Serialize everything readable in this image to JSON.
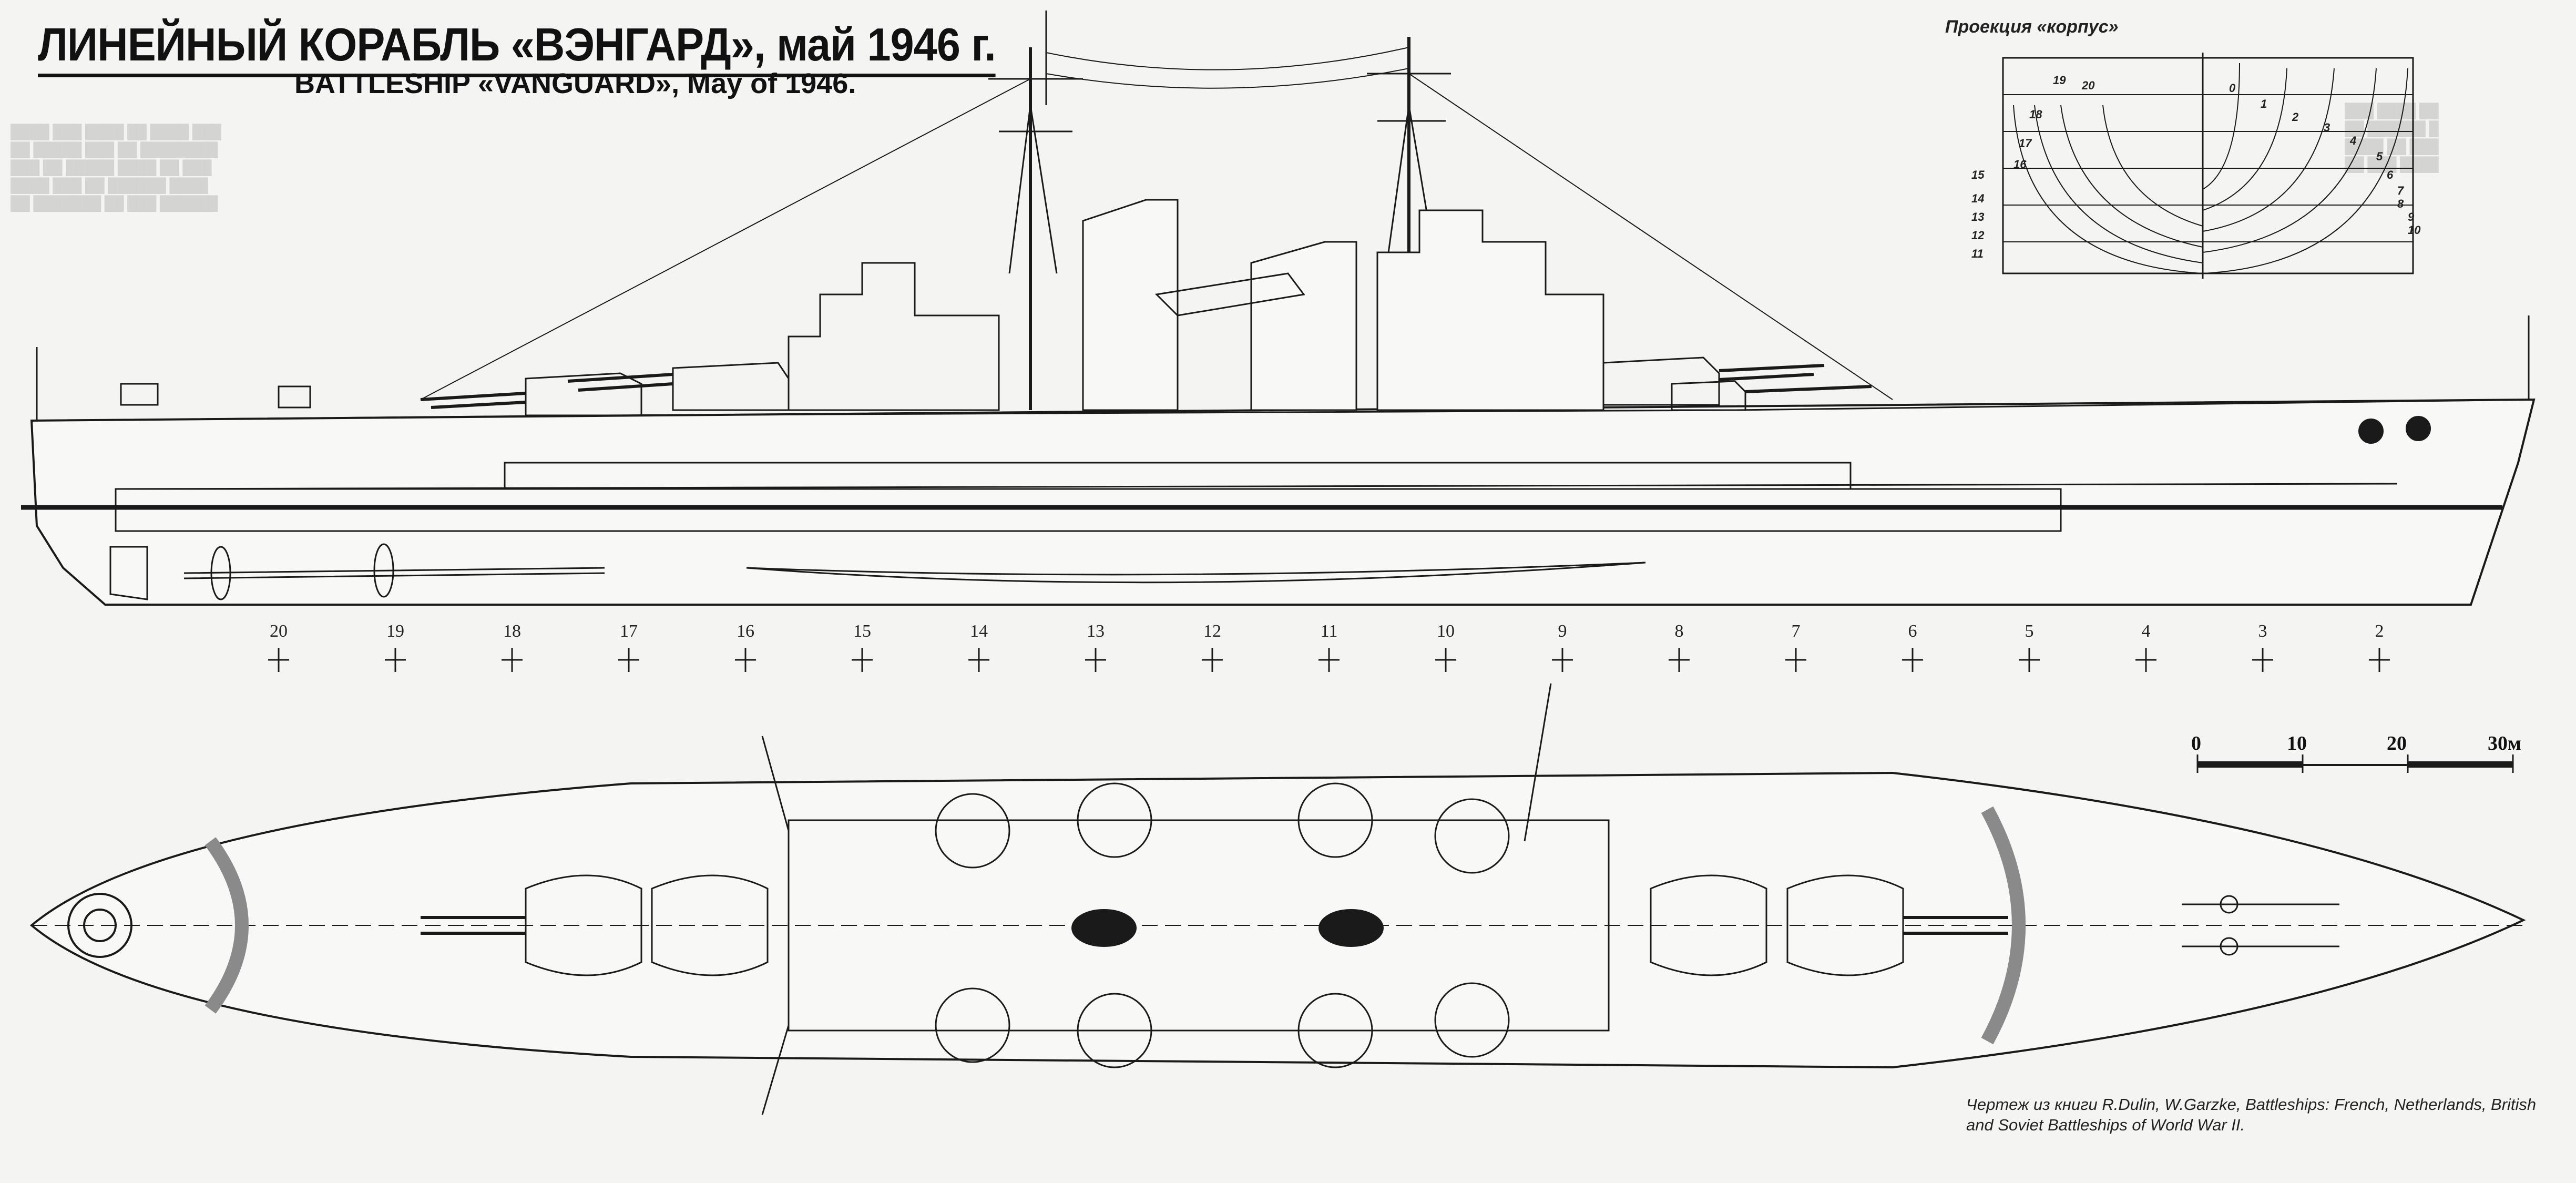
{
  "header": {
    "title_ru": "ЛИНЕЙНЫЙ КОРАБЛЬ «ВЭНГАРД», май 1946 г.",
    "title_en": "BATTLESHIP «VANGUARD», May of 1946."
  },
  "body_plan": {
    "label": "Проекция «корпус»",
    "left_stations": [
      "19",
      "20",
      "18",
      "17",
      "16",
      "15",
      "14",
      "13",
      "12",
      "11"
    ],
    "right_stations": [
      "0",
      "1",
      "2",
      "3",
      "4",
      "5",
      "6",
      "7",
      "8",
      "9",
      "10"
    ]
  },
  "stations": [
    "20",
    "19",
    "18",
    "17",
    "16",
    "15",
    "14",
    "13",
    "12",
    "11",
    "10",
    "9",
    "8",
    "7",
    "6",
    "5",
    "4",
    "3",
    "2"
  ],
  "scale_bar": {
    "labels": [
      "0",
      "10",
      "20",
      "30м"
    ]
  },
  "credit": "Чертеж из книги R.Dulin, W.Garzke, Battleships: French, Netherlands, British and Soviet Battleships of World War II.",
  "colors": {
    "ink": "#1a1a1a",
    "paper": "#f4f4f2"
  }
}
